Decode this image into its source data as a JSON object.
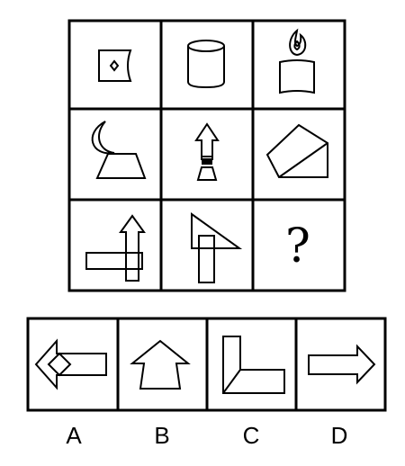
{
  "puzzle": {
    "question_mark": "?",
    "options": [
      {
        "label": "A"
      },
      {
        "label": "B"
      },
      {
        "label": "C"
      },
      {
        "label": "D"
      }
    ]
  }
}
